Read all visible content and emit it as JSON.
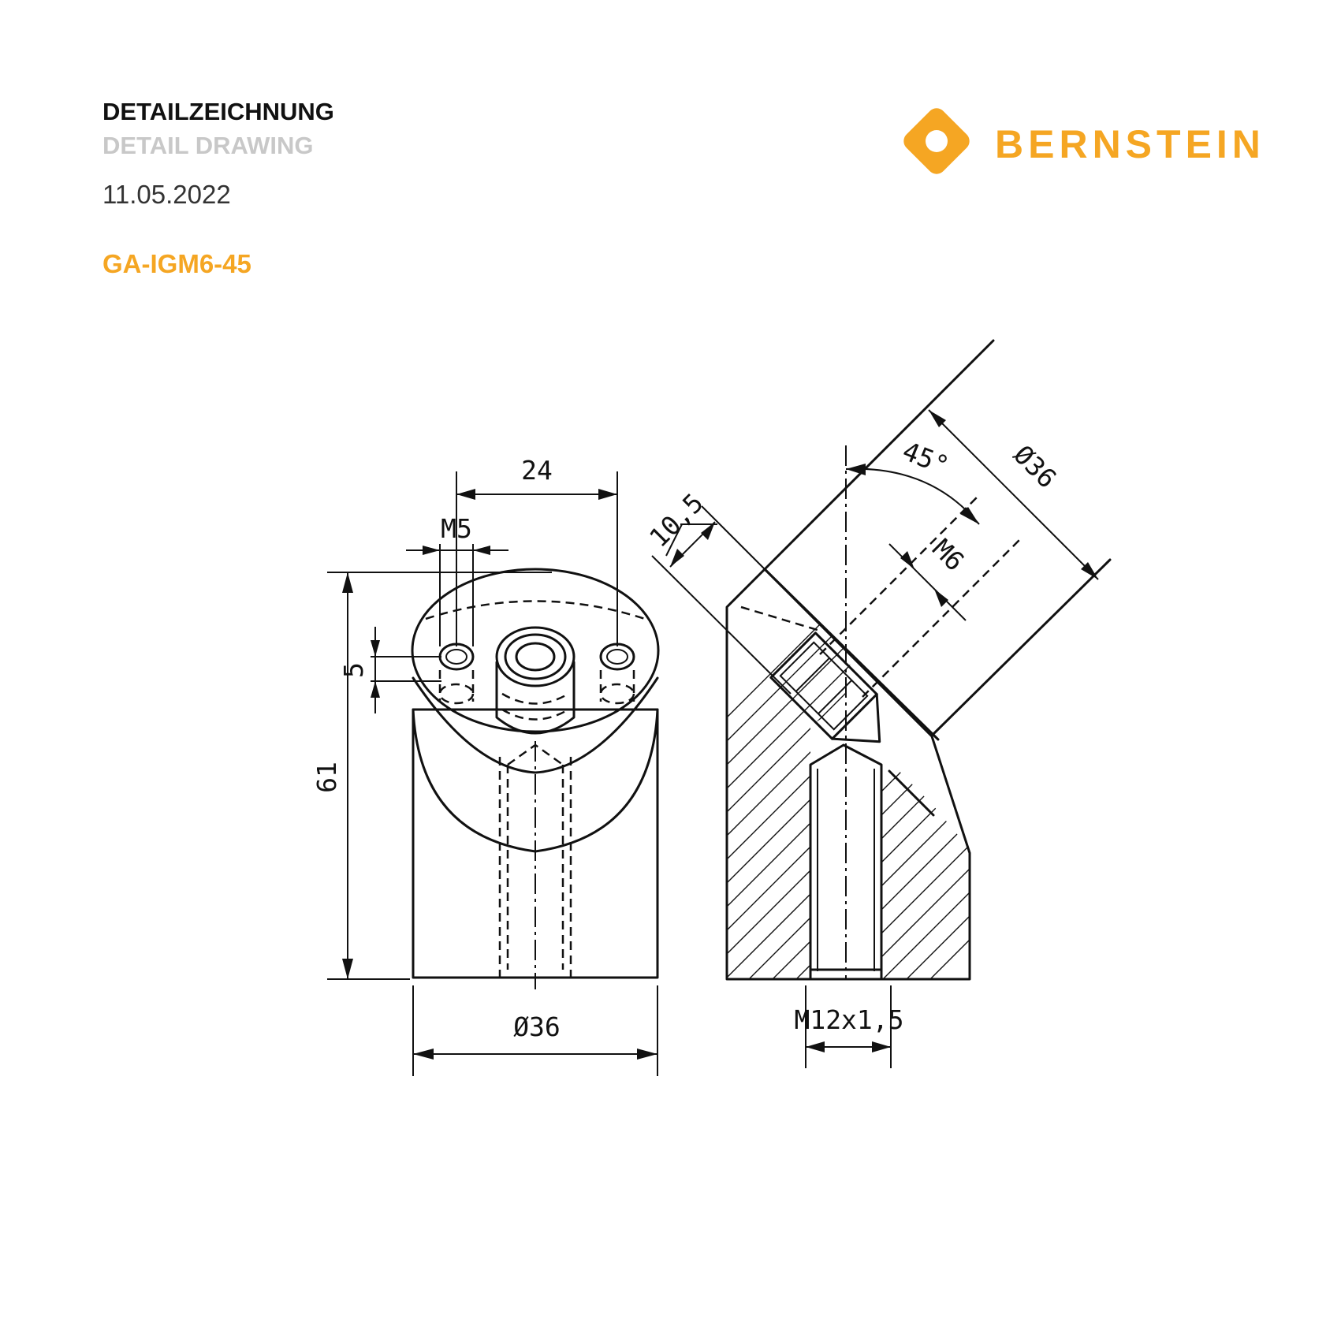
{
  "header": {
    "title_de": "DETAILZEICHNUNG",
    "title_en": "DETAIL DRAWING",
    "date": "11.05.2022",
    "part_number": "GA-IGM6-45"
  },
  "brand": {
    "name": "BERNSTEIN",
    "color": "#f5a623",
    "logo_icon": "rounded-diamond-icon"
  },
  "dimensions": {
    "front": {
      "width_24": "24",
      "thread_m5": "M5",
      "spacing_5": "5",
      "height_61": "61",
      "diameter_36": "Ø36"
    },
    "side": {
      "offset_10_5": "10,5",
      "angle_45": "45°",
      "diameter_36": "Ø36",
      "thread_m6": "M6",
      "thread_m12": "M12x1,5"
    }
  }
}
